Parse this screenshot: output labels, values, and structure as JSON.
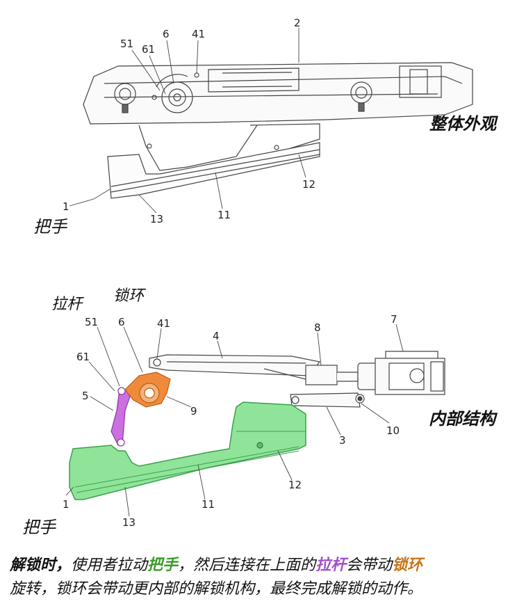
{
  "top_view": {
    "title": "整体外观",
    "handle_label": "把手",
    "parts": [
      "2",
      "6",
      "41",
      "51",
      "61",
      "1",
      "13",
      "11",
      "12"
    ]
  },
  "bottom_view": {
    "title": "内部结构",
    "handle_label": "把手",
    "pull_rod_label": "拉杆",
    "lock_ring_label": "锁环",
    "parts": [
      "51",
      "6",
      "41",
      "4",
      "8",
      "7",
      "61",
      "5",
      "9",
      "3",
      "10",
      "12",
      "1",
      "11",
      "13"
    ]
  },
  "colors": {
    "handle_fill": "#8fe49a",
    "handle_stroke": "#3aa04a",
    "rod_fill": "#cc6fe0",
    "ring_fill": "#f08a3a",
    "line": "#444444"
  },
  "caption": {
    "lead": "解锁时，",
    "t1": "使用者拉动",
    "handle": "把手",
    "t2": "，然后连接在上面的",
    "rod": "拉杆",
    "t3": "会带动",
    "ring": "锁环",
    "line2": "旋转，锁环会带动更内部的解锁机构，最终完成解锁的动作。"
  }
}
